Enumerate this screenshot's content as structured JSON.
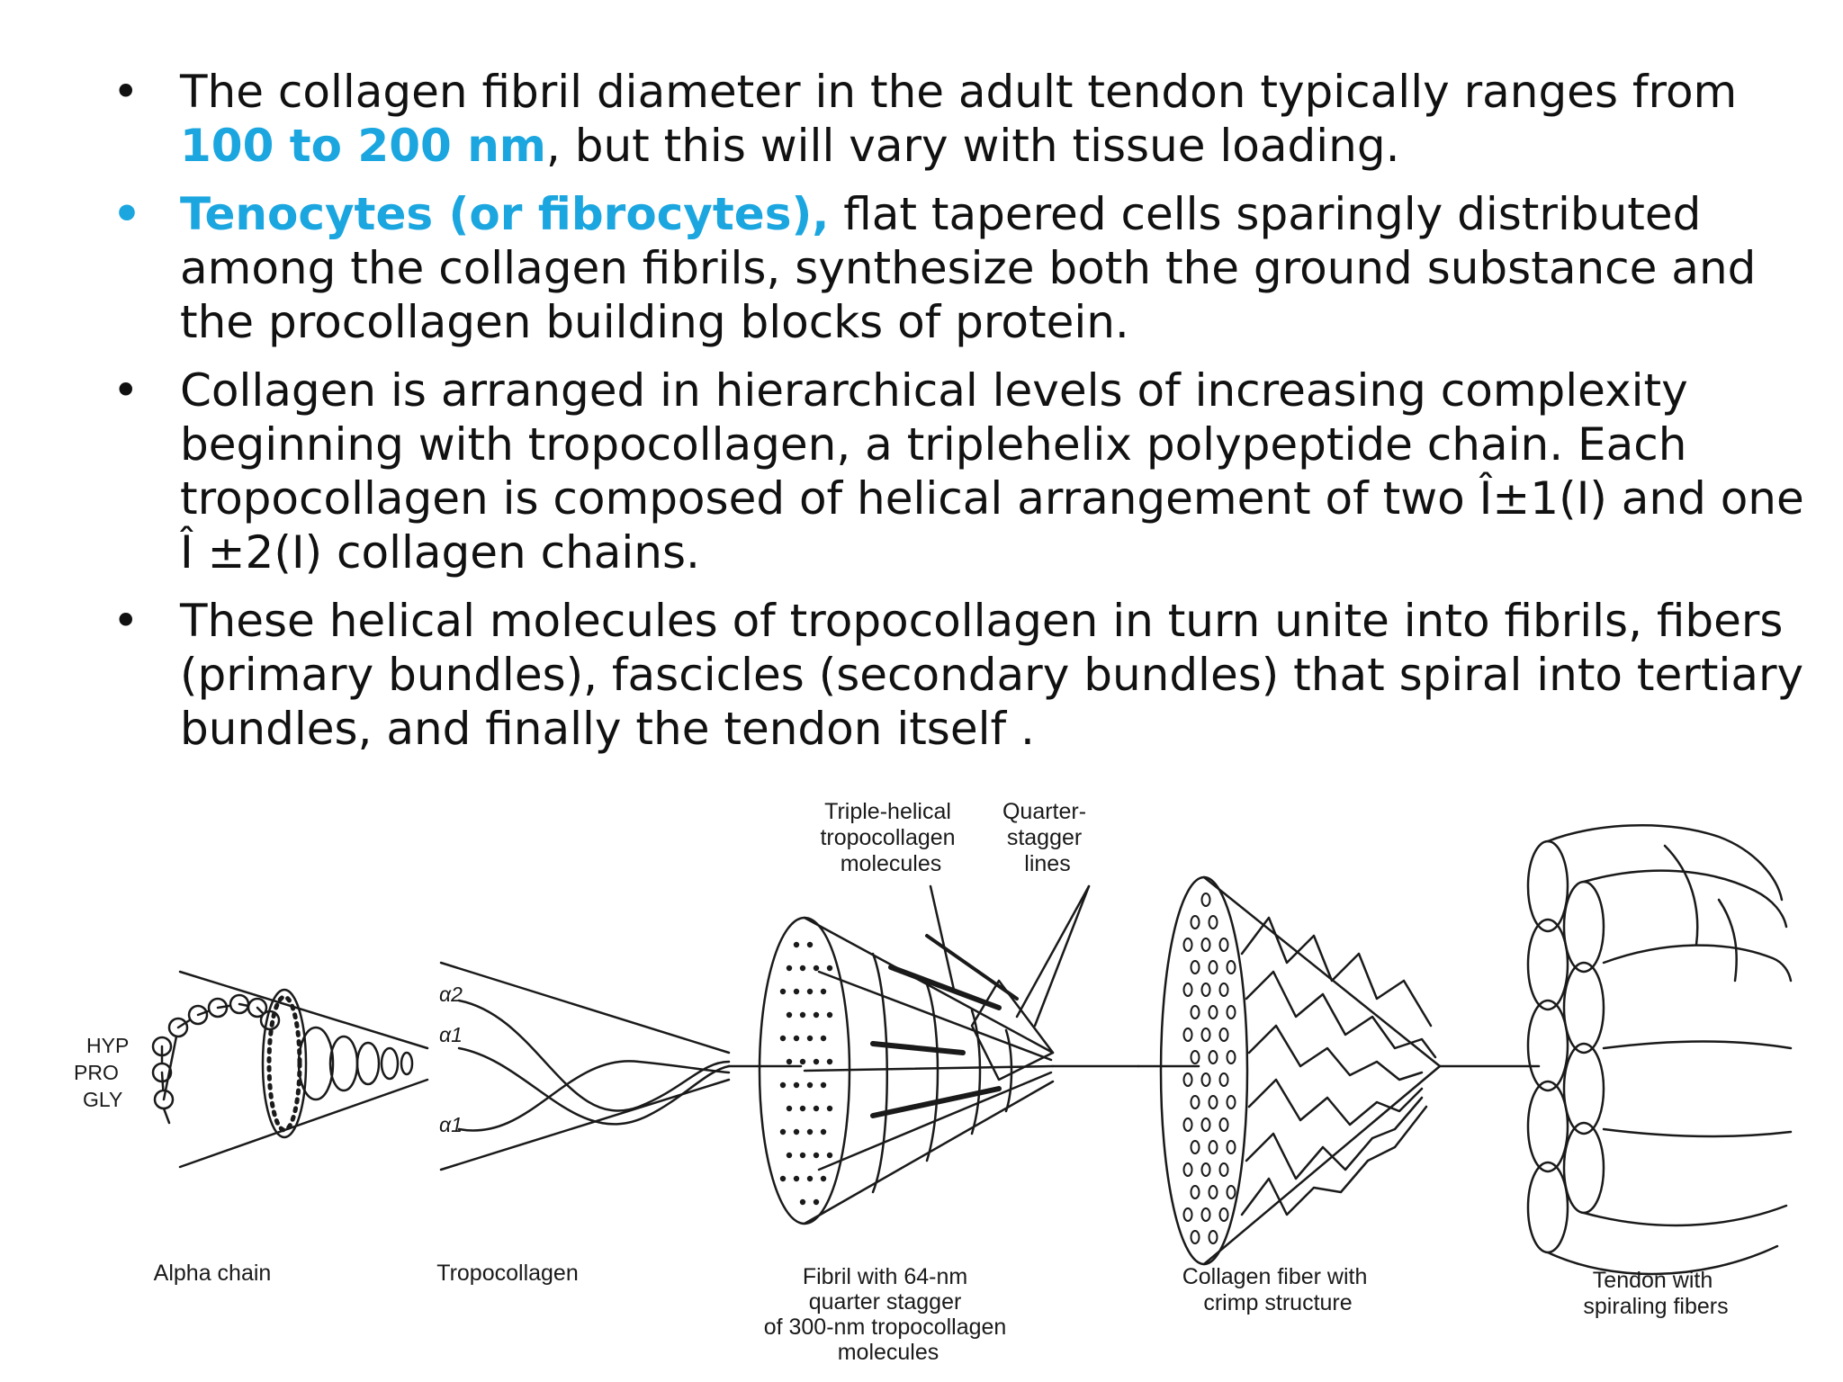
{
  "bullets": [
    {
      "id": "b1",
      "segments": [
        {
          "t": "The collagen fibril diameter in the adult tendon typically ranges from "
        },
        {
          "t": "100 to 200 nm",
          "hl": true
        },
        {
          "t": ", but this will vary with tissue loading."
        }
      ]
    },
    {
      "id": "b2",
      "highlight_bullet": true,
      "segments": [
        {
          "t": "Tenocytes (or fibrocytes),",
          "hl": true
        },
        {
          "t": " flat tapered cells sparingly distributed among the collagen fibrils, synthesize both the ground substance and the procollagen building blocks of protein."
        }
      ]
    },
    {
      "id": "b3",
      "segments": [
        {
          "t": "Collagen is arranged in hierarchical levels of increasing complexity beginning with tropocollagen, a triplehelix polypeptide chain. Each tropocollagen is composed of helical arrangement of two Î±1(I) and one Î ±2(I) collagen chains."
        }
      ]
    },
    {
      "id": "b4",
      "segments": [
        {
          "t": "These helical molecules of tropocollagen in turn unite into fibrils, fibers (primary bundles), fascicles (secondary bundles) that spiral into tertiary bundles, and finally the tendon itself ."
        }
      ]
    }
  ],
  "bullet_glyph": "•",
  "colors": {
    "highlight": "#1ba6e0",
    "text": "#111111",
    "line": "#1a1a1a"
  },
  "diagram": {
    "top_labels": {
      "triple_helical": [
        "Triple-helical",
        "tropocollagen",
        "molecules"
      ],
      "quarter_stagger": [
        "Quarter-",
        "stagger",
        "lines"
      ]
    },
    "amino_labels": [
      "HYP",
      "PRO",
      "GLY"
    ],
    "alpha_labels": [
      "α2",
      "α1",
      "α1"
    ],
    "stage_labels": {
      "alpha_chain": [
        "Alpha chain"
      ],
      "tropocollagen": [
        "Tropocollagen"
      ],
      "fibril": [
        "Fibril with 64-nm",
        "quarter stagger",
        "of 300-nm tropocollagen",
        "molecules"
      ],
      "fiber": [
        "Collagen fiber with",
        "crimp structure"
      ],
      "tendon": [
        "Tendon with",
        "spiraling fibers"
      ]
    }
  }
}
